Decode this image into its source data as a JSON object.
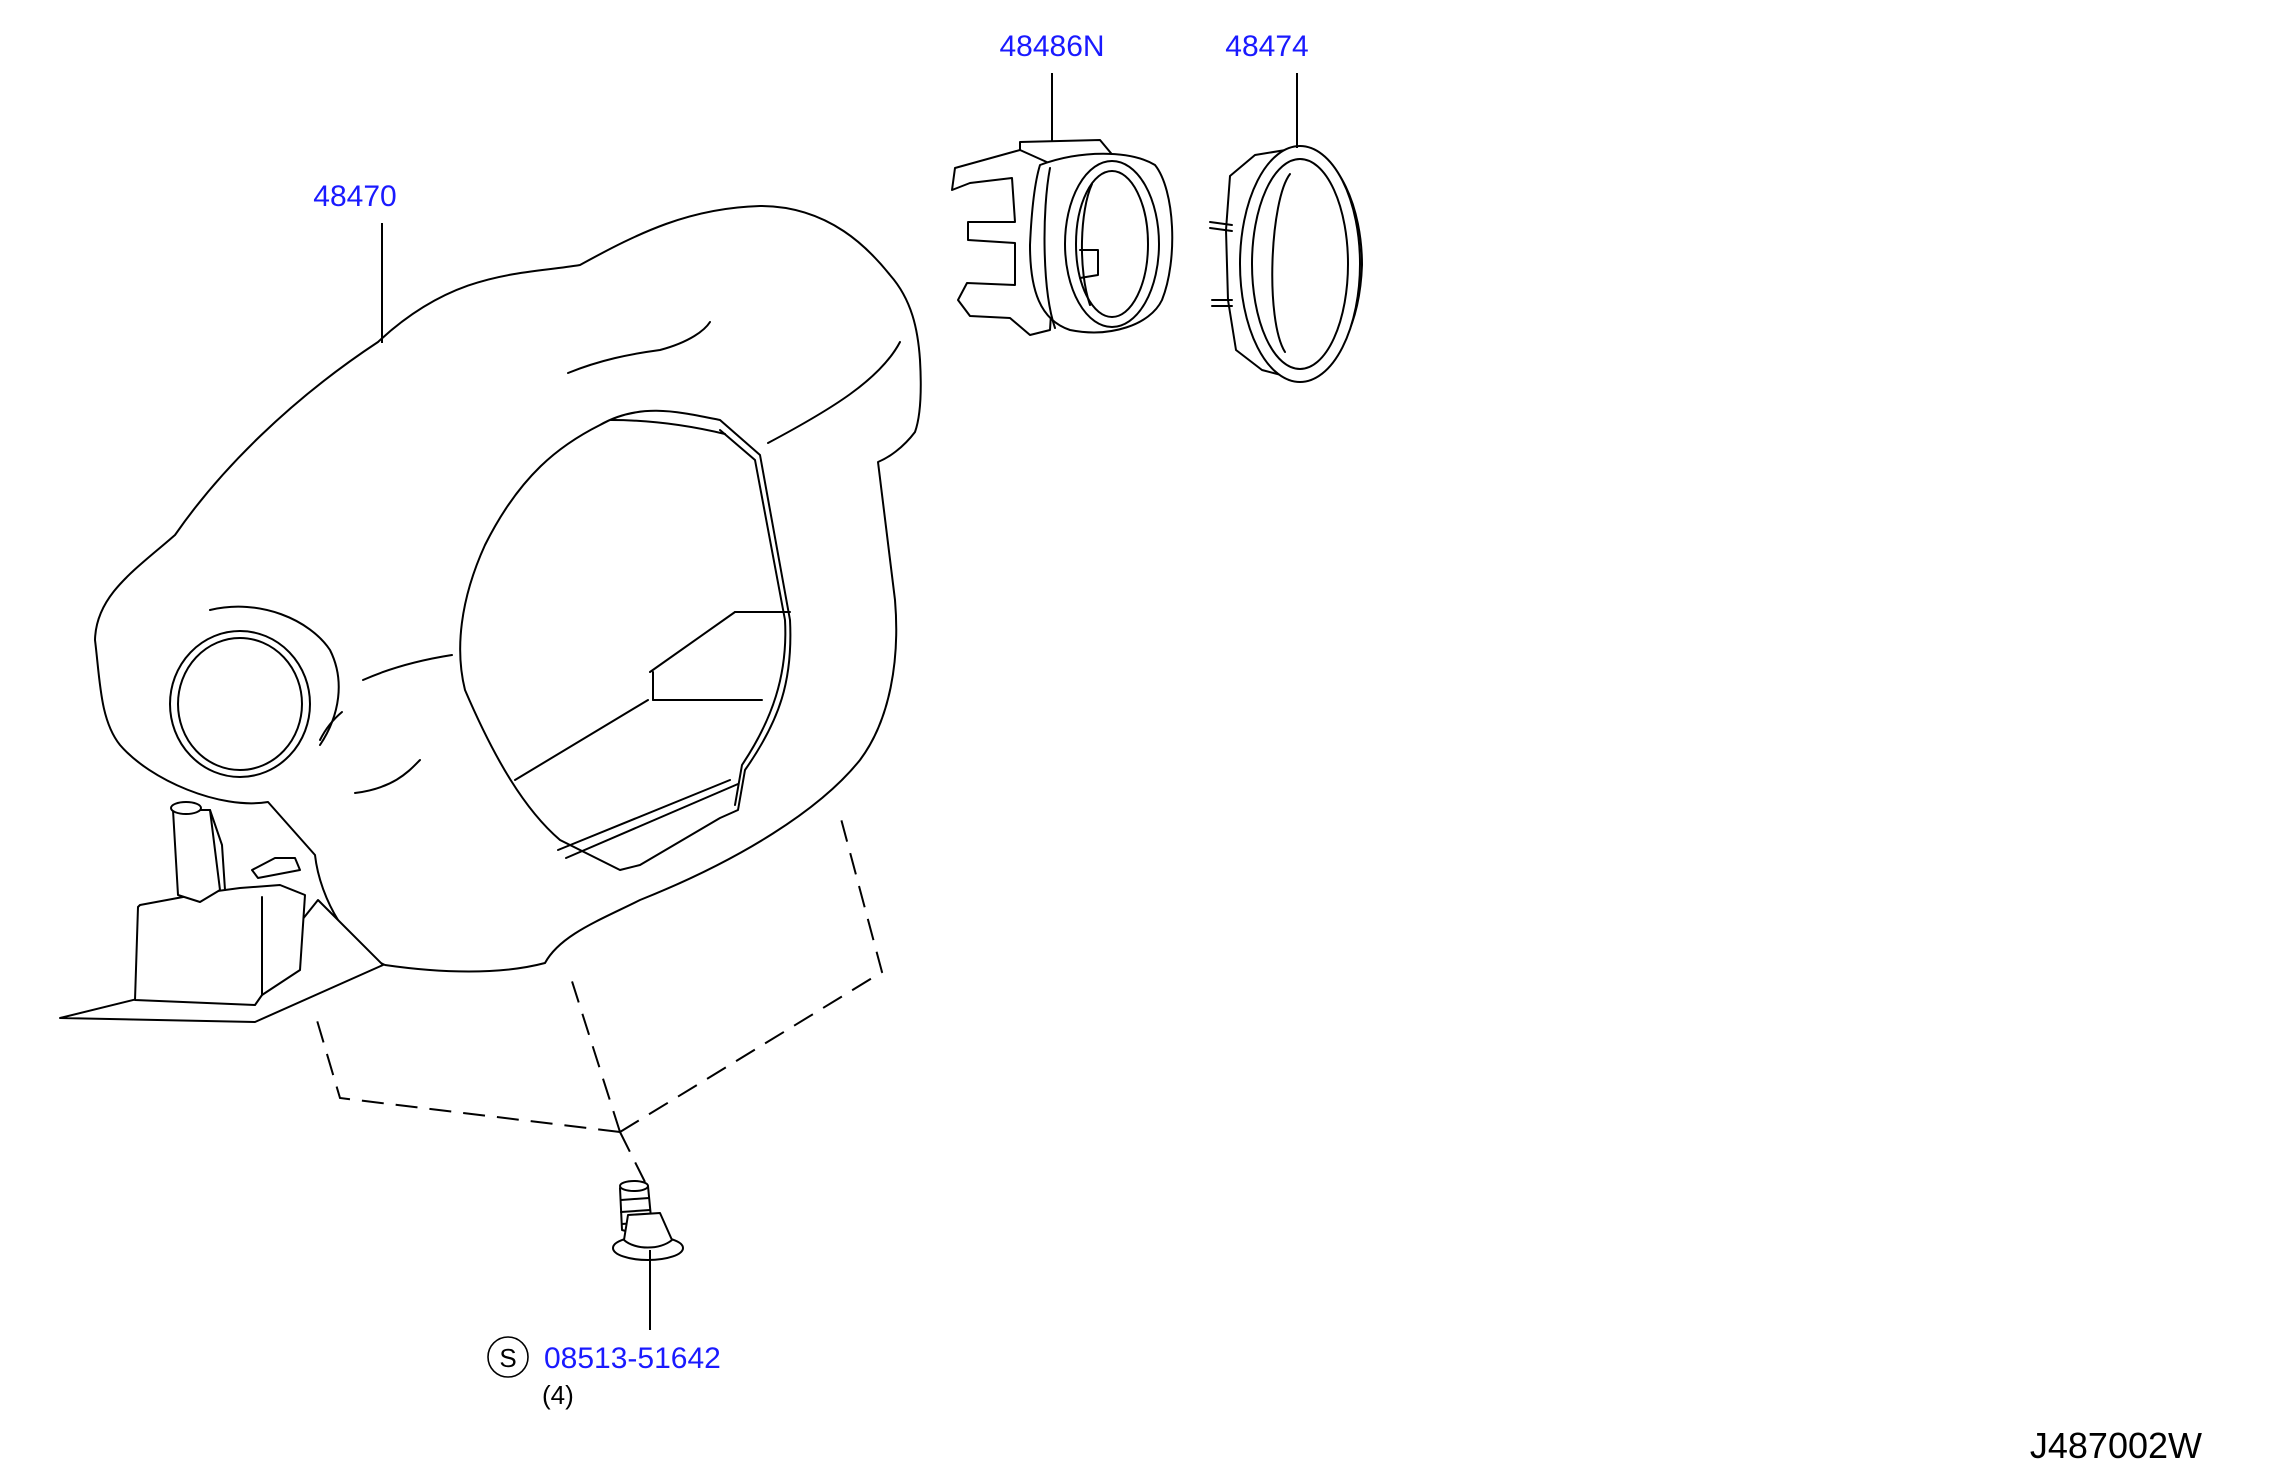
{
  "diagram": {
    "parts": [
      {
        "id": "p48486N",
        "part_number": "48486N"
      },
      {
        "id": "p48474",
        "part_number": "48474"
      },
      {
        "id": "p48470",
        "part_number": "48470"
      },
      {
        "id": "p08513",
        "part_number": "08513-51642",
        "symbol": "S",
        "quantity": "(4)"
      }
    ],
    "figure_code": "J487002W"
  },
  "colors": {
    "part_link": "#1a1aff",
    "linework": "#000000",
    "background": "#ffffff"
  }
}
